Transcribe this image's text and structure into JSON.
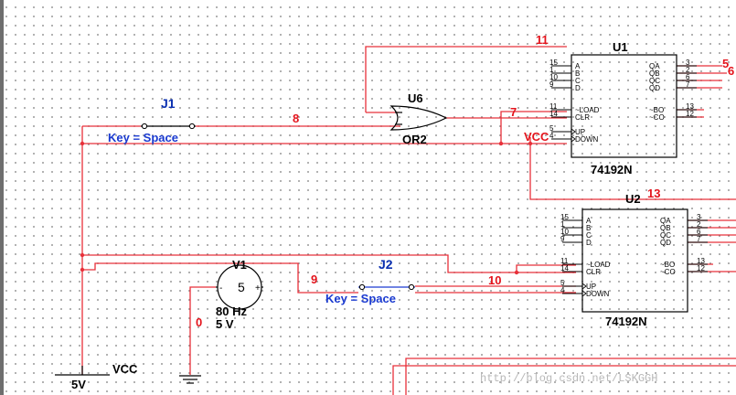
{
  "left_strip_present": true,
  "colors": {
    "wire": "#e8303a",
    "component": "#000000",
    "net_label": "#e4141c",
    "refdes": "#0a2fb0"
  },
  "net_labels": {
    "n0": "0",
    "n5": "5",
    "n6": "6",
    "n7": "7",
    "n8": "8",
    "n9": "9",
    "n10": "10",
    "n11": "11",
    "n13": "13"
  },
  "switch_j1": {
    "ref": "J1",
    "key": "Key = Space"
  },
  "switch_j2": {
    "ref": "J2",
    "key": "Key = Space"
  },
  "gate_u6": {
    "ref": "U6",
    "type": "OR2"
  },
  "source_v1": {
    "ref": "V1",
    "symbol": "5",
    "freq": "80 Hz",
    "amp": "5 V"
  },
  "vcc_top": "VCC",
  "vcc_bottom": "VCC",
  "supply_5v": "5V",
  "counter_u1": {
    "ref": "U1",
    "part": "74192N",
    "left_pins": [
      {
        "num": "15",
        "name": "A"
      },
      {
        "num": "1",
        "name": "B"
      },
      {
        "num": "10",
        "name": "C"
      },
      {
        "num": "9",
        "name": "D"
      },
      {
        "num": "11",
        "name": "~LOAD"
      },
      {
        "num": "14",
        "name": "CLR"
      },
      {
        "num": "5",
        "name": "UP"
      },
      {
        "num": "4",
        "name": "DOWN"
      }
    ],
    "right_pins": [
      {
        "num": "3",
        "name": "QA"
      },
      {
        "num": "2",
        "name": "QB"
      },
      {
        "num": "6",
        "name": "QC"
      },
      {
        "num": "7",
        "name": "QD"
      },
      {
        "num": "13",
        "name": "~BO"
      },
      {
        "num": "12",
        "name": "~CO"
      }
    ]
  },
  "counter_u2": {
    "ref": "U2",
    "part": "74192N",
    "left_pins": [
      {
        "num": "15",
        "name": "A"
      },
      {
        "num": "1",
        "name": "B"
      },
      {
        "num": "10",
        "name": "C"
      },
      {
        "num": "9",
        "name": "D"
      },
      {
        "num": "11",
        "name": "~LOAD"
      },
      {
        "num": "14",
        "name": "CLR"
      },
      {
        "num": "5",
        "name": "UP"
      },
      {
        "num": "4",
        "name": "DOWN"
      }
    ],
    "right_pins": [
      {
        "num": "3",
        "name": "QA"
      },
      {
        "num": "2",
        "name": "QB"
      },
      {
        "num": "6",
        "name": "QC"
      },
      {
        "num": "7",
        "name": "QD"
      },
      {
        "num": "13",
        "name": "~BO"
      },
      {
        "num": "12",
        "name": "~CO"
      }
    ]
  },
  "watermark": "http://blog.csdn.net/LSKGGH"
}
